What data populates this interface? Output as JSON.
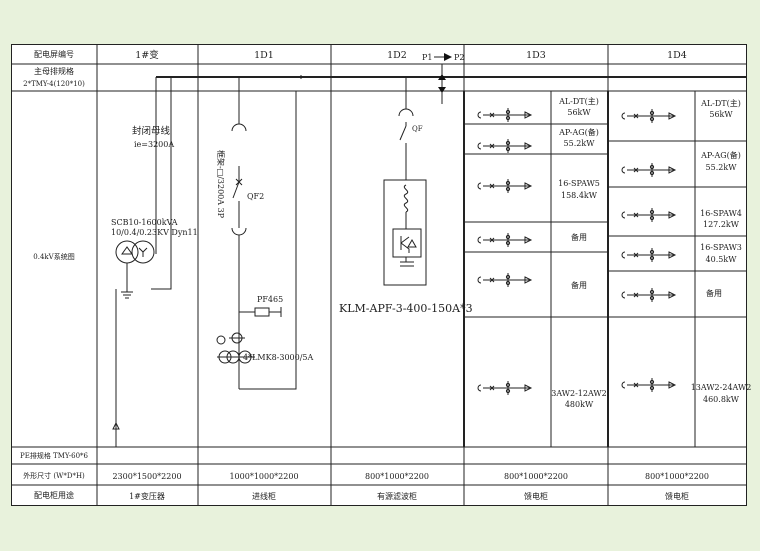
{
  "header": {
    "row_label": "配电屏编号",
    "busbar_label": "主母排规格",
    "busbar_spec": "2*TMY-4(120*10)",
    "system_label": "0.4kV系统图",
    "pe_label": "PE排规格 TMY-60*6",
    "size_label": "外形尺寸 (W*D*H)",
    "purpose_label": "配电柜用途"
  },
  "cabinets": [
    {
      "id": "1#变",
      "size": "2300*1500*2200",
      "purpose": "1#变压器"
    },
    {
      "id": "1D1",
      "size": "1000*1000*2200",
      "purpose": "进线柜"
    },
    {
      "id": "1D2",
      "size": "800*1000*2200",
      "purpose": "有源滤波柜"
    },
    {
      "id": "1D3",
      "size": "800*1000*2200",
      "purpose": "馈电柜"
    },
    {
      "id": "1D4",
      "size": "800*1000*2200",
      "purpose": "馈电柜"
    }
  ],
  "transformer": {
    "bus_name": "封闭母线",
    "bus_current": "ie=3200A",
    "model": "SCB10-1600kVA",
    "ratio": "10/0.4/0.23KV Dyn11"
  },
  "incoming": {
    "breaker_spec": "框架-□/3200A 3P",
    "breaker_tag": "QF2",
    "spd": "PF465",
    "ct": "4*LMK8-3000/5A"
  },
  "filter": {
    "pass": [
      "P1",
      "P2"
    ],
    "breaker_tag": "QF",
    "model": "KLM-APF-3-400-150A*3"
  },
  "d3_feeders": [
    {
      "name": "AL-DT(主)",
      "power": "56kW"
    },
    {
      "name": "AP-AG(备)",
      "power": "55.2kW"
    },
    {
      "name": "16-SPAW5",
      "power": "158.4kW"
    },
    {
      "name": "备用",
      "power": ""
    },
    {
      "name": "备用",
      "power": ""
    },
    {
      "name": "3AW2-12AW2",
      "power": "480kW"
    }
  ],
  "d4_feeders": [
    {
      "name": "AL-DT(主)",
      "power": "56kW"
    },
    {
      "name": "AP-AG(备)",
      "power": "55.2kW"
    },
    {
      "name": "16-SPAW4",
      "power": "127.2kW"
    },
    {
      "name": "16-SPAW3",
      "power": "40.5kW"
    },
    {
      "name": "备用",
      "power": ""
    },
    {
      "name": "13AW2-24AW2",
      "power": "460.8kW"
    }
  ]
}
